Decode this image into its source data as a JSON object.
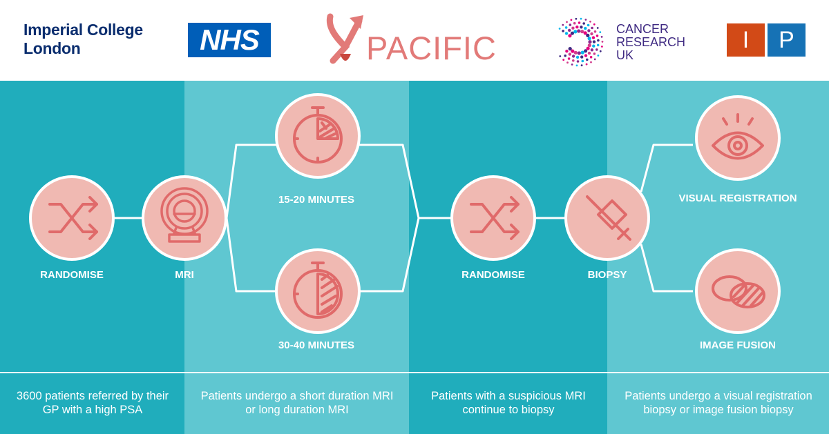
{
  "logos": {
    "imperial_line1": "Imperial College",
    "imperial_line2": "London",
    "nhs": "NHS",
    "pacific": "PACIFIC",
    "cancer_research_line1": "CANCER",
    "cancer_research_line2": "RESEARCH",
    "cancer_research_line3": "UK",
    "ip_left": "I",
    "ip_right": "P"
  },
  "colors": {
    "panel_dark": "#20adbc",
    "panel_light": "#5fc7d1",
    "node_fill": "#f0b9b2",
    "node_stroke": "#ffffff",
    "icon_stroke": "#e06a6a",
    "pacific_brand": "#e27a78",
    "imperial_navy": "#0a2d6e",
    "nhs_blue": "#005eb8",
    "cru_purple": "#3f2a82"
  },
  "nodes": {
    "randomise_1": "RANDOMISE",
    "mri": "MRI",
    "short_mri": "15-20 MINUTES",
    "long_mri": "30-40 MINUTES",
    "randomise_2": "RANDOMISE",
    "biopsy": "BIOPSY",
    "visual_registration": "VISUAL REGISTRATION",
    "image_fusion": "IMAGE FUSION"
  },
  "captions": {
    "stage1": "3600 patients referred by their GP with a high PSA",
    "stage2": "Patients undergo a short duration MRI or long duration MRI",
    "stage3": "Patients with a suspicious MRI continue to biopsy",
    "stage4": "Patients undergo a visual registration biopsy or image fusion biopsy"
  }
}
